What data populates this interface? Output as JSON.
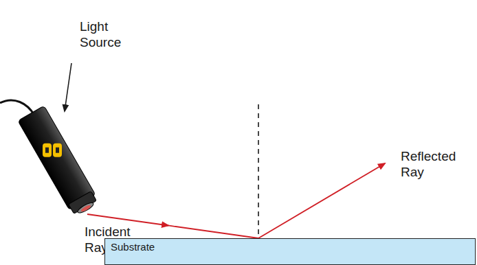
{
  "diagram": {
    "nodes": [
      {
        "text": [
          "Substrate"
        ]
      }
    ],
    "labels": [
      "Light Source",
      "Incident Ray",
      "Reflected Ray"
    ]
  }
}
